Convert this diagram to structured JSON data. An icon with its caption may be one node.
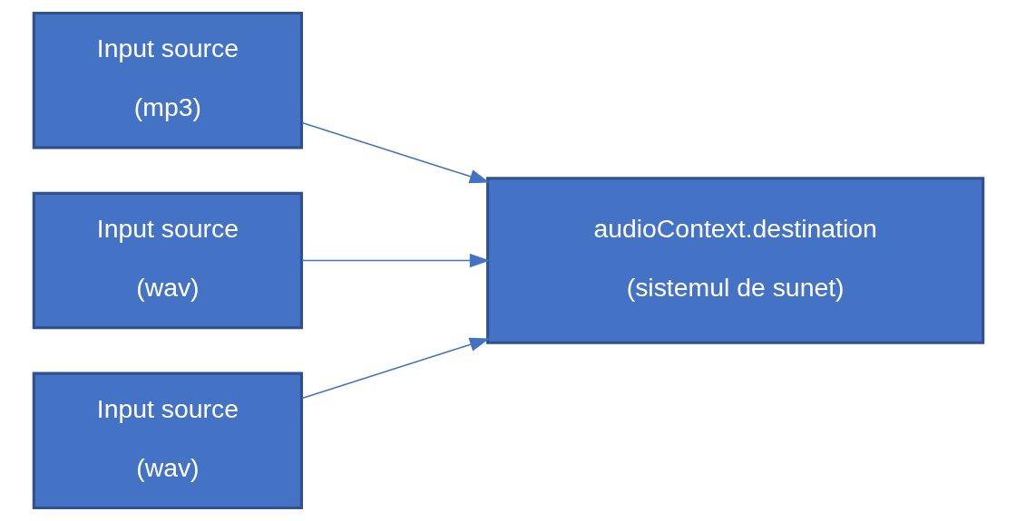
{
  "diagram": {
    "nodes": [
      {
        "text": [
          "Input source",
          "(mp3)"
        ]
      },
      {
        "text": [
          "Input source",
          "(wav)"
        ]
      },
      {
        "text": [
          "Input source",
          "(wav)"
        ]
      },
      {
        "text": [
          "audioContext.destination",
          "(sistemul de sunet)"
        ]
      }
    ],
    "edges": [
      {
        "from": 0,
        "to": 3,
        "arrow": "to"
      },
      {
        "from": 1,
        "to": 3,
        "arrow": "to"
      },
      {
        "from": 2,
        "to": 3,
        "arrow": "to"
      }
    ]
  }
}
